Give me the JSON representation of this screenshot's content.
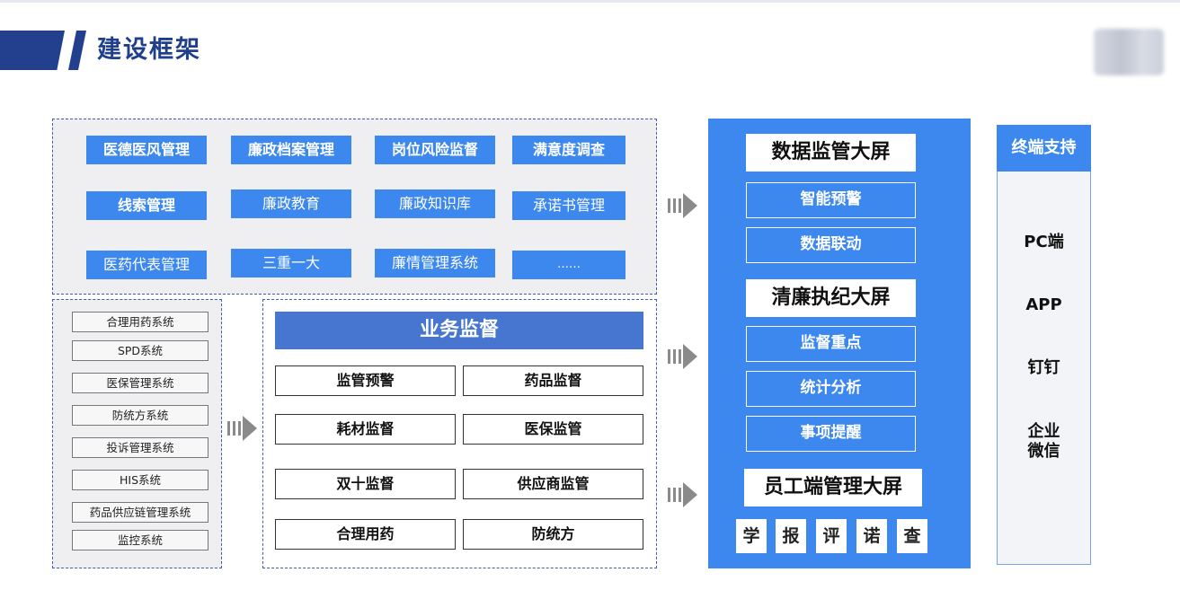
{
  "header": {
    "title": "建设框架"
  },
  "colors": {
    "navy": "#23408e",
    "blue": "#3c88ee",
    "biz_blue": "#4776d0",
    "panel_bg": "#efeff1"
  },
  "modules": [
    "医德医风管理",
    "廉政档案管理",
    "岗位风险监督",
    "满意度调查",
    "线索管理",
    "廉政教育",
    "廉政知识库",
    "承诺书管理",
    "医药代表管理",
    "三重一大",
    "廉情管理系统",
    "……"
  ],
  "systems": [
    "合理用药系统",
    "SPD系统",
    "医保管理系统",
    "防统方系统",
    "投诉管理系统",
    "HIS系统",
    "药品供应链管理系统",
    "监控系统"
  ],
  "business": {
    "title": "业务监督",
    "items": [
      "监管预警",
      "药品监督",
      "耗材监督",
      "医保监管",
      "双十监督",
      "供应商监管",
      "合理用药",
      "防统方"
    ]
  },
  "screens": {
    "data_title": "数据监管大屏",
    "data_items": [
      "智能预警",
      "数据联动"
    ],
    "clean_title": "清廉执纪大屏",
    "clean_items": [
      "监督重点",
      "统计分析",
      "事项提醒"
    ],
    "staff_title": "员工端管理大屏",
    "staff_chars": [
      "学",
      "报",
      "评",
      "诺",
      "查"
    ]
  },
  "terminal": {
    "title": "终端支持",
    "items": [
      "PC端",
      "APP",
      "钉钉",
      "企业\n微信"
    ]
  },
  "icons": {
    "arrow": "triple-bar-arrow-icon",
    "logo": "blurred-logo-icon"
  }
}
